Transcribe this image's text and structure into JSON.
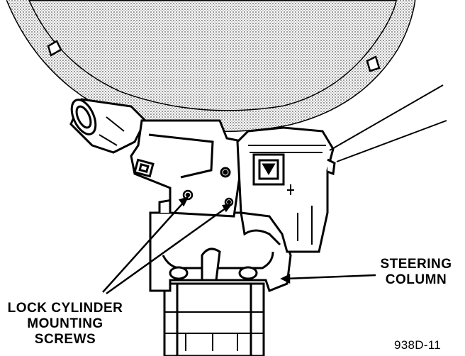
{
  "callouts": {
    "lock_cylinder": [
      "LOCK CYLINDER",
      "MOUNTING",
      "SCREWS"
    ],
    "steering_column": [
      "STEERING",
      "COLUMN"
    ]
  },
  "figure_id": "938D-11",
  "colors": {
    "ink": "#000000",
    "paper": "#ffffff",
    "shade": "#d9d9d9"
  }
}
